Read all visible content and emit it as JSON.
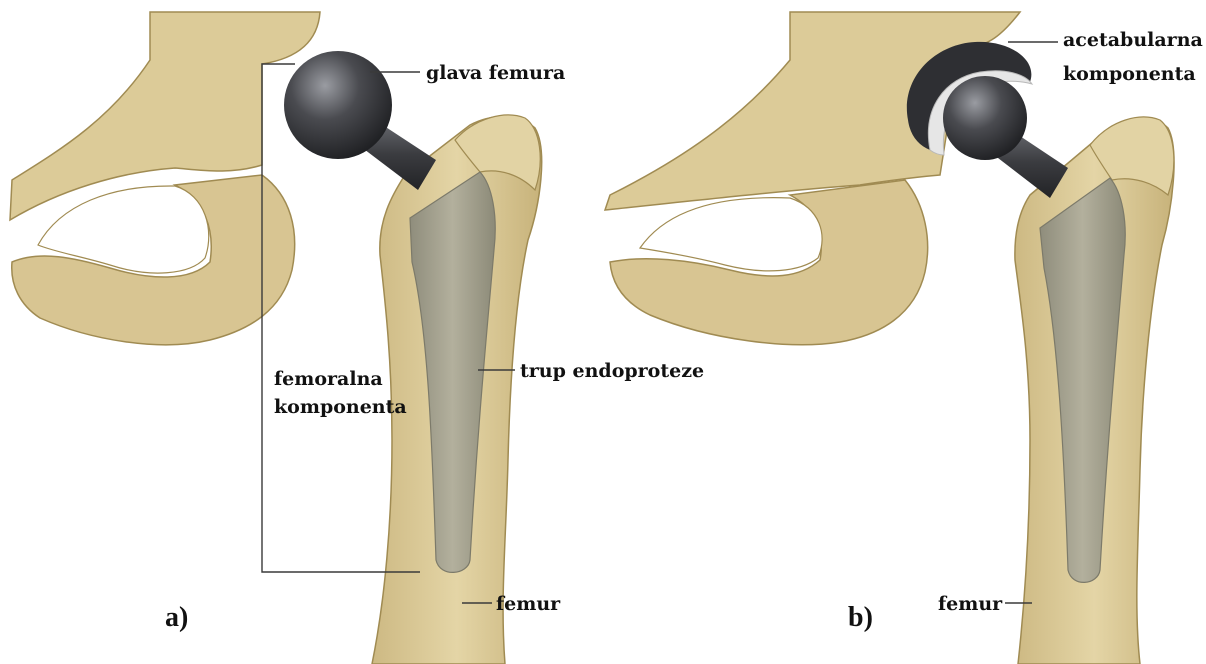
{
  "panels": {
    "a": {
      "panel_label": "a)",
      "labels": {
        "femoral_head": "glava femura",
        "femoral_component_line1": "femoralna",
        "femoral_component_line2": "komponenta",
        "stem": "trup endoproteze",
        "femur": "femur"
      }
    },
    "b": {
      "panel_label": "b)",
      "labels": {
        "acetabular_line1": "acetabularna",
        "acetabular_line2": "komponenta",
        "femur": "femur"
      }
    }
  },
  "colors": {
    "bone_fill": "#dccb98",
    "bone_shade": "#c2ae74",
    "bone_outline": "#a08b52",
    "implant_stem": "#a5a290",
    "implant_metal": "#3c3d41",
    "implant_metal_light": "#8a8c92",
    "liner": "#e6e6e6",
    "background": "#ffffff"
  }
}
